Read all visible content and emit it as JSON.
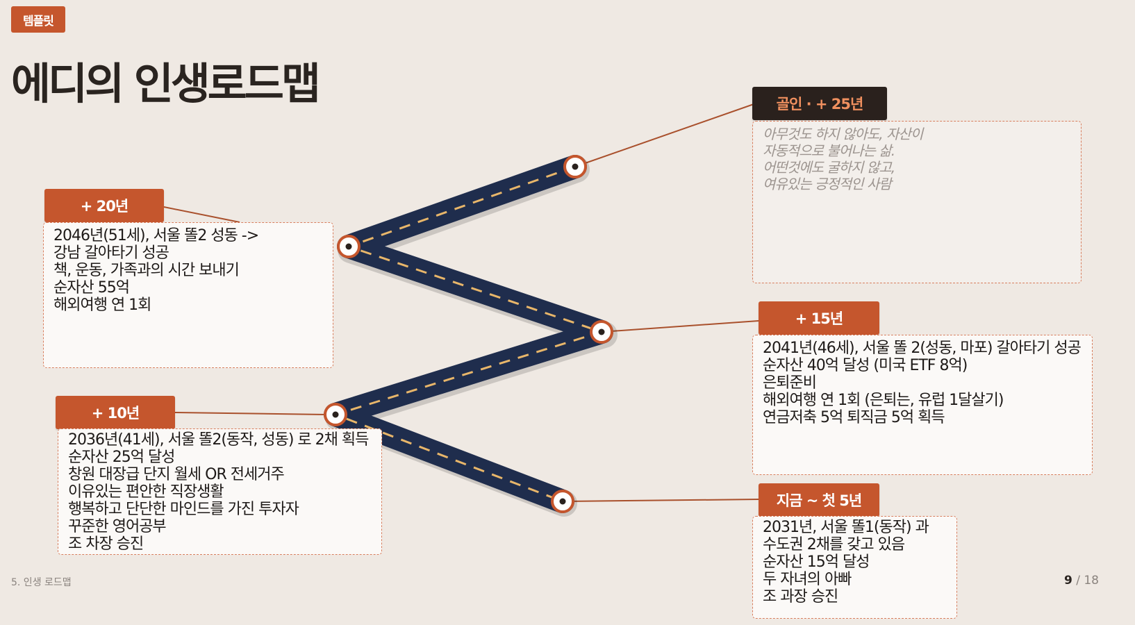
{
  "badge": "템플릿",
  "title": "에디의 인생로드맵",
  "milestones": {
    "goal": {
      "label": "골인 · + 25년",
      "lines": [
        "아무것도 하지 않아도, 자산이",
        "자동적으로 불어나는 삶.",
        "어떤것에도 굴하지 않고,",
        "여유있는 긍정적인 사람"
      ]
    },
    "y20": {
      "label": "+ 20년",
      "lines": [
        "2046년(51세), 서울 똘2 성동 ->",
        "강남 갈아타기 성공",
        "책, 운동, 가족과의 시간 보내기",
        "순자산 55억",
        "해외여행 연 1회"
      ]
    },
    "y15": {
      "label": "+ 15년",
      "lines": [
        "2041년(46세), 서울 똘 2(성동, 마포) 갈아타기 성공",
        "순자산 40억 달성 (미국 ETF 8억)",
        "은퇴준비",
        "해외여행 연 1회 (은퇴는, 유럽 1달살기)",
        "연금저축 5억 퇴직금 5억 획득"
      ]
    },
    "y10": {
      "label": "+ 10년",
      "lines": [
        "2036년(41세), 서울 똘2(동작, 성동) 로 2채 획득",
        "순자산 25억 달성",
        "창원 대장급 단지 월세 OR 전세거주",
        "이유있는 편안한 직장생활",
        "행복하고 단단한 마인드를 가진 투자자",
        "꾸준한 영어공부",
        "조 차장 승진"
      ]
    },
    "now": {
      "label": "지금 ~ 첫 5년",
      "lines": [
        "2031년, 서울 똘1(동작) 과",
        "수도권 2채를 갖고 있음",
        "순자산 15억 달성",
        "두 자녀의 아빠",
        "조 과장 승진"
      ]
    }
  },
  "footer": {
    "section": "5. 인생 로드맵",
    "page_current": "9",
    "page_sep": "/",
    "page_total": "18"
  },
  "colors": {
    "accent": "#c5562d",
    "road": "#1f2d4d",
    "road_dash": "#e8b66a",
    "dark_label": "#2a211d",
    "background": "#efe9e3"
  }
}
